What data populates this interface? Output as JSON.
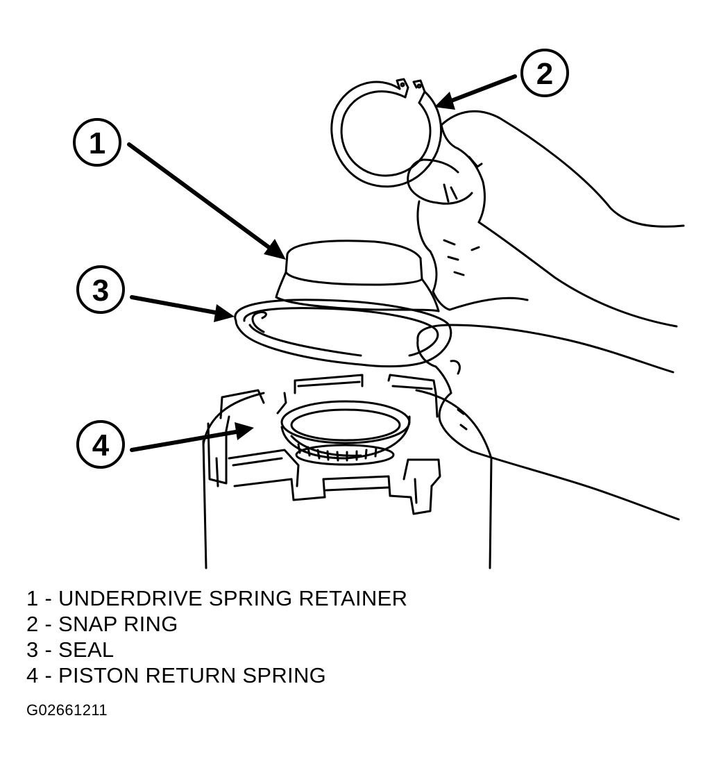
{
  "callouts": [
    {
      "number": "1",
      "target": "underdrive-spring-retainer"
    },
    {
      "number": "2",
      "target": "snap-ring"
    },
    {
      "number": "3",
      "target": "seal"
    },
    {
      "number": "4",
      "target": "piston-return-spring"
    }
  ],
  "legend": [
    {
      "text": "1 - UNDERDRIVE SPRING RETAINER"
    },
    {
      "text": "2 - SNAP RING"
    },
    {
      "text": "3 - SEAL"
    },
    {
      "text": "4 - PISTON RETURN SPRING"
    }
  ],
  "figure_code": "G02661211",
  "colors": {
    "line": "#000000",
    "background": "#ffffff"
  }
}
